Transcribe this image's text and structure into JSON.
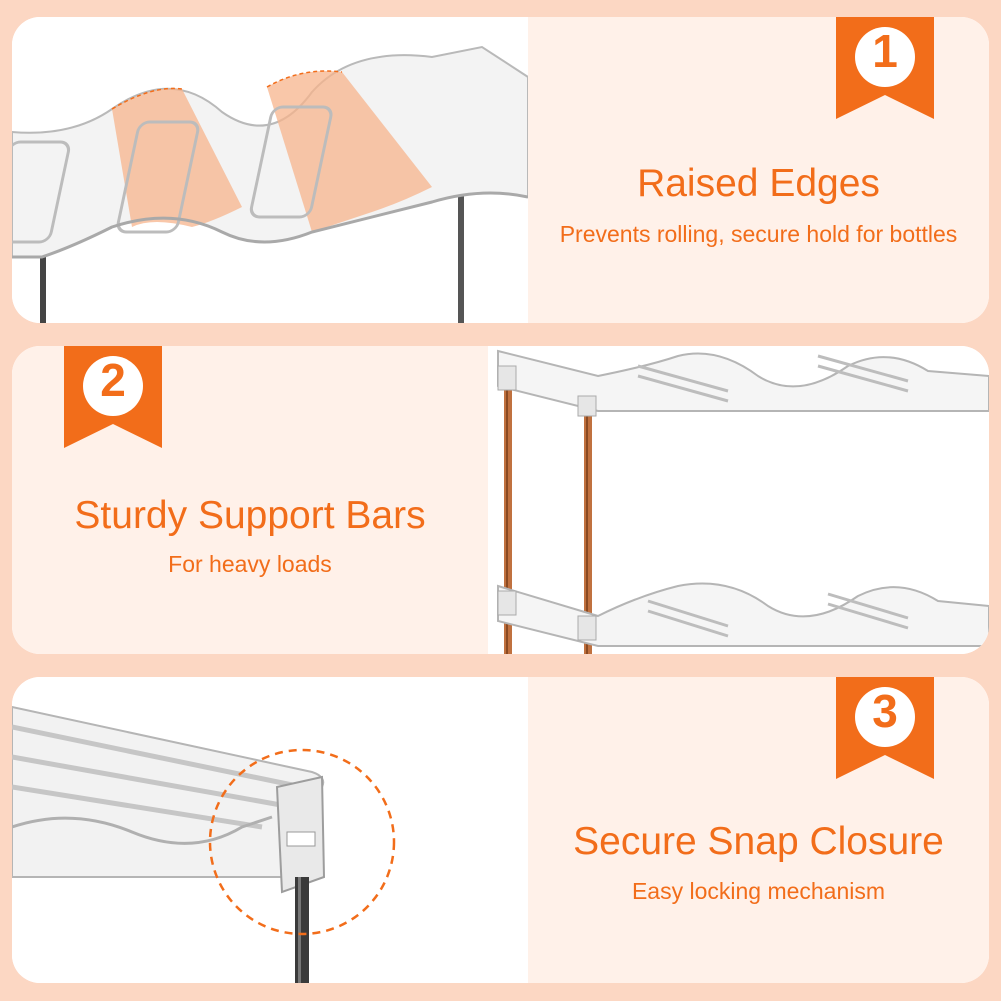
{
  "features": [
    {
      "number": "1",
      "title": "Raised Edges",
      "subtitle": "Prevents rolling, secure hold for bottles",
      "photo_icon": "wavy-shelf-closeup"
    },
    {
      "number": "2",
      "title": "Sturdy Support Bars",
      "subtitle": "For heavy loads",
      "photo_icon": "two-tier-rack-with-bars"
    },
    {
      "number": "3",
      "title": "Secure Snap Closure",
      "subtitle": "Easy locking mechanism",
      "photo_icon": "snap-joint-detail"
    }
  ],
  "colors": {
    "accent": "#f26d1a",
    "background": "#fcd7c3",
    "panel_text_bg": "#fff1e9",
    "highlight": "#f7b48c"
  }
}
